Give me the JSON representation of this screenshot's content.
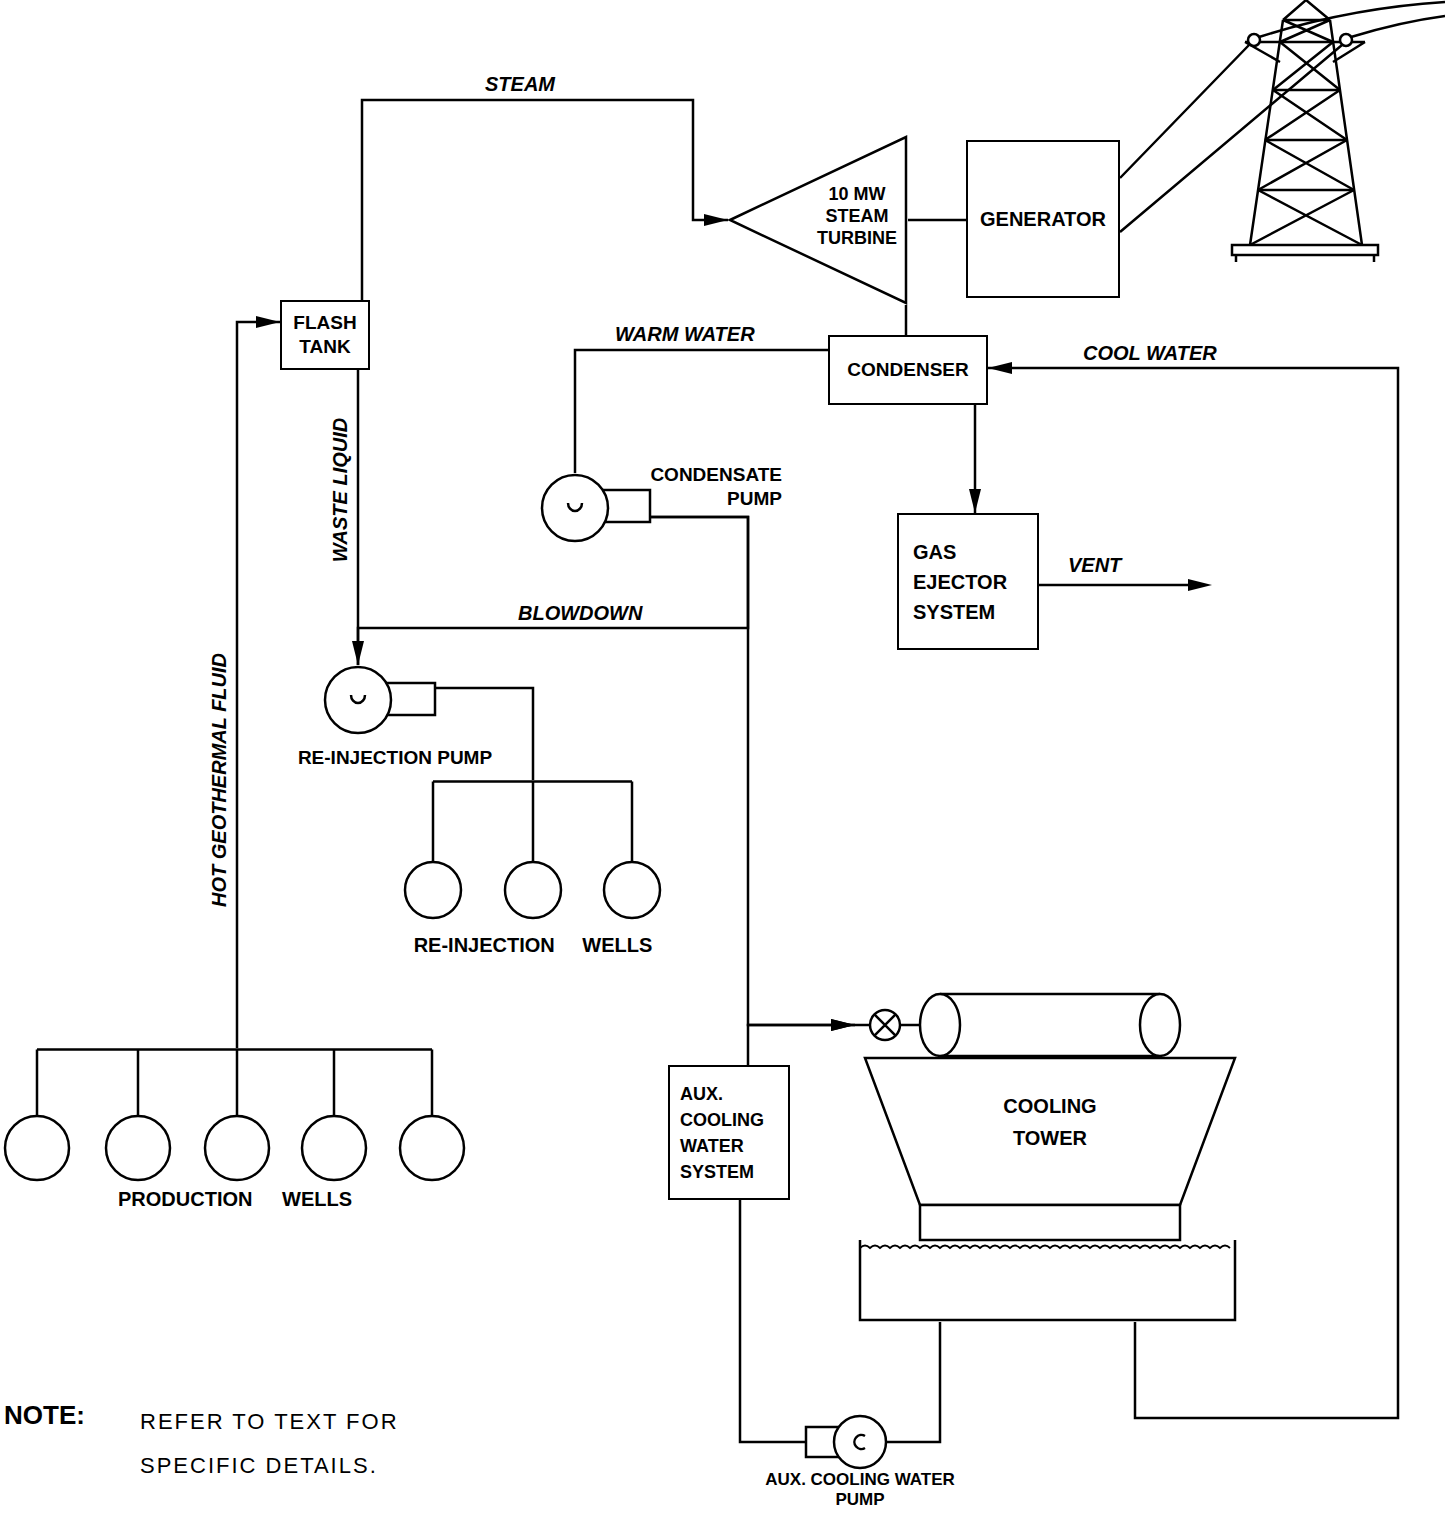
{
  "diagram": {
    "nodes": [
      {
        "text": [
          "FLASH TANK"
        ]
      },
      {
        "text": [
          "10 MW STEAM TURBINE"
        ]
      },
      {
        "text": [
          "GENERATOR"
        ]
      },
      {
        "text": [
          "CONDENSER"
        ]
      },
      {
        "text": [
          "CONDENSATE PUMP"
        ]
      },
      {
        "text": [
          "GAS EJECTOR SYSTEM"
        ]
      },
      {
        "text": [
          "RE-INJECTION PUMP"
        ]
      },
      {
        "text": [
          "RE-INJECTION WELLS"
        ]
      },
      {
        "text": [
          "AUX. COOLING WATER SYSTEM"
        ]
      },
      {
        "text": [
          "COOLING TOWER"
        ]
      },
      {
        "text": [
          "PRODUCTION WELLS"
        ]
      },
      {
        "text": [
          "AUX. COOLING WATER PUMP"
        ]
      }
    ],
    "edges": [
      {
        "from": 10,
        "to": 0,
        "label": "HOT GEOTHERMAL FLUID",
        "arrow": "to"
      },
      {
        "from": 0,
        "to": 1,
        "label": "STEAM",
        "arrow": "to"
      },
      {
        "from": 1,
        "to": 2,
        "arrow": "none"
      },
      {
        "from": 1,
        "to": 3,
        "arrow": "none"
      },
      {
        "from": 3,
        "to": 4,
        "label": "WARM WATER",
        "arrow": "none"
      },
      {
        "from": 3,
        "to": 5,
        "arrow": "to"
      },
      {
        "from": 0,
        "to": 6,
        "label": "WASTE LIQUID",
        "arrow": "none"
      },
      {
        "from": 4,
        "to": 6,
        "label": "BLOWDOWN",
        "arrow": "to"
      },
      {
        "from": 4,
        "to": 9,
        "arrow": "to"
      },
      {
        "from": 6,
        "to": 7,
        "arrow": "none"
      },
      {
        "from": 8,
        "to": 9,
        "arrow": "to"
      },
      {
        "from": 11,
        "to": 8,
        "arrow": "none"
      },
      {
        "from": 9,
        "to": 11,
        "arrow": "none"
      },
      {
        "from": 9,
        "to": 3,
        "label": "COOL WATER",
        "arrow": "to"
      }
    ],
    "labels": [
      "VENT",
      "NOTE:",
      "REFER TO TEXT FOR SPECIFIC DETAILS."
    ]
  }
}
